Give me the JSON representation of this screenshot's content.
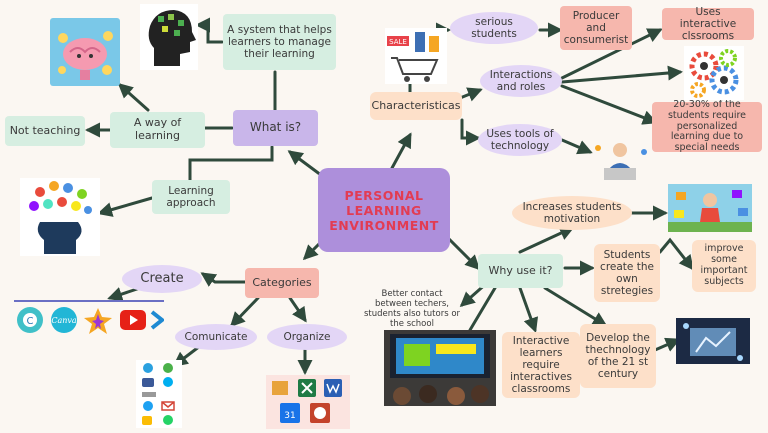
{
  "center": "PERSONAL LEARNING ENVIRONMENT",
  "what_is": {
    "label": "What is?",
    "system": "A system that helps learners to manage their learning",
    "way": "A way of learning",
    "not_teaching": "Not teaching",
    "approach": "Learning approach"
  },
  "categories": {
    "label": "Categories",
    "create": "Create",
    "communicate": "Comunicate",
    "organize": "Organize"
  },
  "characteristics": {
    "label": "Characteristicas",
    "serious": "serious students",
    "producer": "Producer and consumerist",
    "interactions": "Interactions and roles",
    "interactive_classrooms": "Uses interactive clssrooms",
    "percent_note": "20-30% of the students require personalized learning due to special needs",
    "tools": "Uses tools of technology"
  },
  "why": {
    "label": "Why use it?",
    "motivation": "Increases students motivation",
    "strategies": "Students create the own stretegies",
    "improve": "improve some important subjects",
    "contact": "Better contact between techers, students also tutors or the school",
    "interactive_learners": "Interactive learners require interactives classrooms",
    "develop": "Develop the thechnology of the 21 st century"
  },
  "icons": {
    "sale_tag": "SALE",
    "canva": "Canva",
    "c_logo": "C",
    "calendar_day": "31"
  },
  "colors": {
    "center": "#ad8fdb",
    "center_text": "#e23c53",
    "mint": "#d6eee1",
    "lavender": "#c9b6ea",
    "peach": "#fde0c9",
    "pink": "#f6b7ad",
    "line": "#2f4a3c"
  }
}
